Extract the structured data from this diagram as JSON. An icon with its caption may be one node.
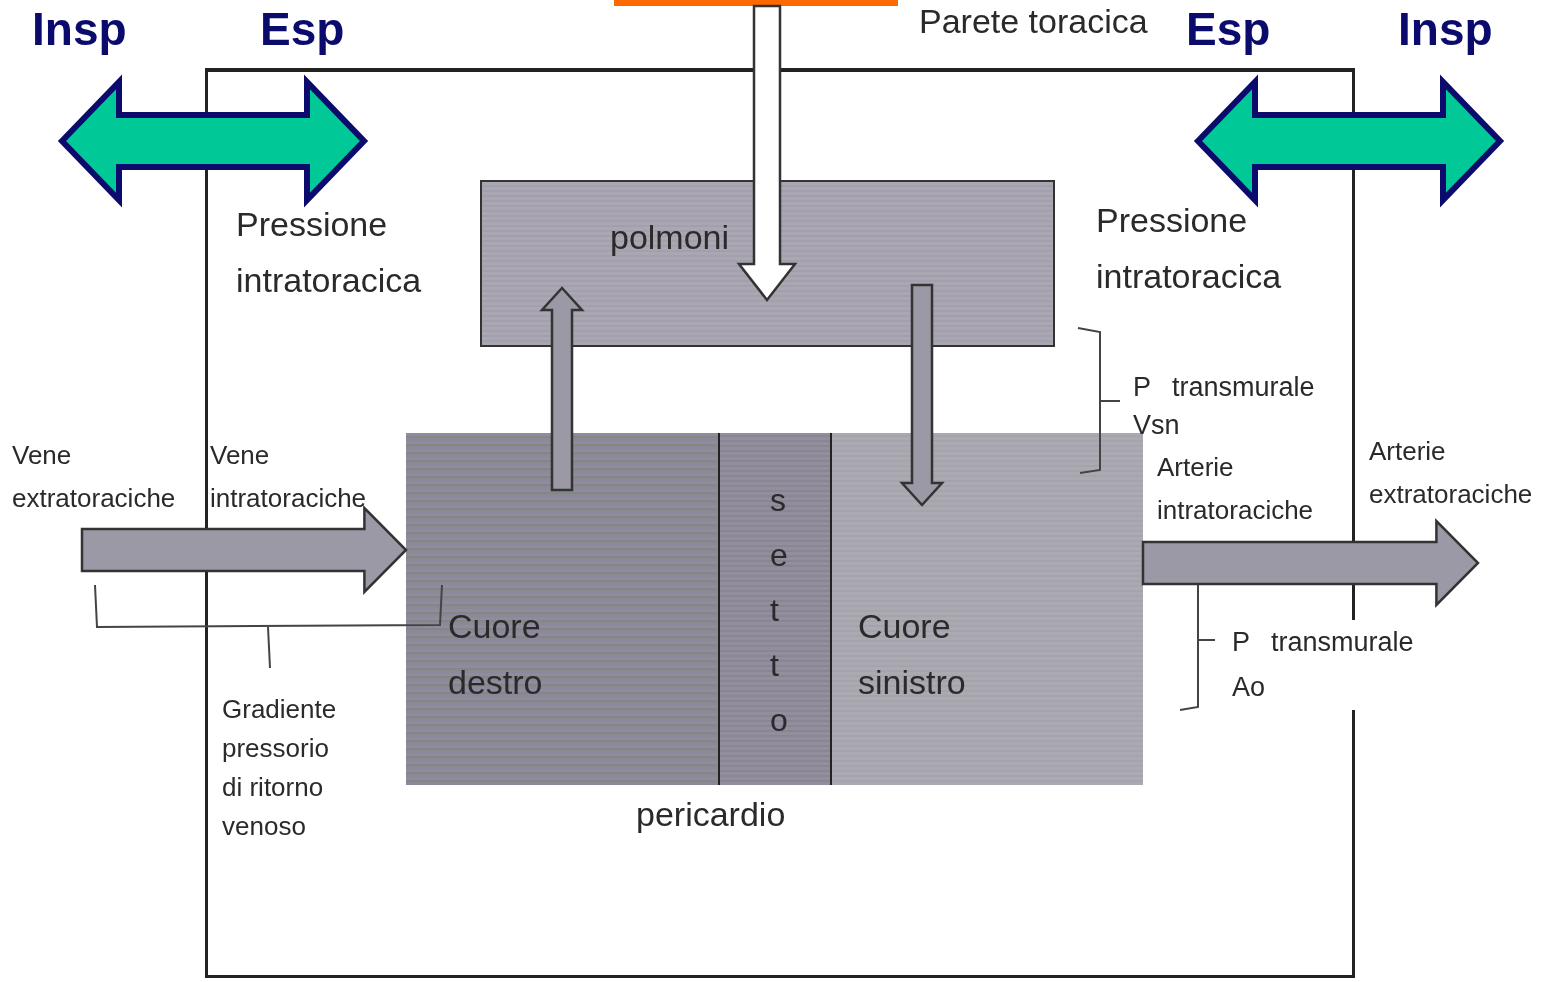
{
  "diagram": {
    "nodes": [
      {
        "text": [
          "Parete toracica"
        ]
      },
      {
        "text": [
          "polmoni"
        ],
        "in": 0
      },
      {
        "text": [
          "pericardio"
        ],
        "in": 0
      },
      {
        "text": [
          "Cuore destro"
        ],
        "in": 2
      },
      {
        "text": [
          "setto"
        ],
        "in": 2
      },
      {
        "text": [
          "Cuore sinistro"
        ],
        "in": 2
      },
      {
        "text": [],
        "shape": "bar"
      }
    ],
    "edges": [
      {
        "from": null,
        "to": 3,
        "arrow": "to",
        "style": "thick"
      },
      {
        "from": 3,
        "to": 1,
        "arrow": "to"
      },
      {
        "from": 6,
        "to": 1,
        "arrow": "to",
        "color": "#ffffff"
      },
      {
        "from": 1,
        "to": 5,
        "arrow": "to"
      },
      {
        "from": 5,
        "to": null,
        "arrow": "to",
        "style": "thick"
      }
    ],
    "labels": [
      "Insp",
      "Esp",
      "Esp",
      "Insp",
      "Pressione intratoracica",
      "Pressione intratoracica",
      "P transmurale Vsn",
      "Vene extratoraciche",
      "Vene intratoraciche",
      "Arterie intratoraciche",
      "Arterie extratoraciche",
      "P transmurale Ao",
      "Gradiente pressorio di ritorno venoso"
    ]
  }
}
